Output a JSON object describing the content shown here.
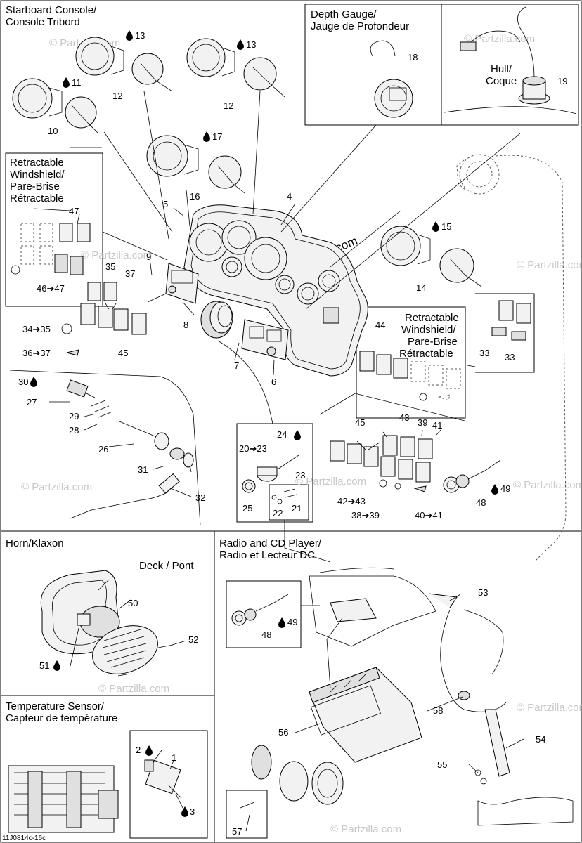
{
  "sections": {
    "starboard_console": {
      "title_line1": "Starboard Console/",
      "title_line2": "Console Tribord"
    },
    "depth_gauge": {
      "title_line1": "Depth Gauge/",
      "title_line2": "Jauge de Profondeur"
    },
    "hull": {
      "line1": "Hull/",
      "line2": "Coque"
    },
    "retractable_left": {
      "line1": "Retractable",
      "line2": "Windshield/",
      "line3": "Pare-Brise",
      "line4": "Rétractable"
    },
    "retractable_right": {
      "line1": "Retractable",
      "line2": "Windshield/",
      "line3": "Pare-Brise",
      "line4": "Rétractable"
    },
    "horn": {
      "title": "Horn/Klaxon",
      "deck_label": "Deck / Pont"
    },
    "radio": {
      "title_line1": "Radio and CD Player/",
      "title_line2": "Radio et Lecteur DC"
    },
    "temperature": {
      "title_line1": "Temperature Sensor/",
      "title_line2": "Capteur de température"
    }
  },
  "callouts": {
    "c1": "1",
    "c2": "2",
    "c3": "3",
    "c4": "4",
    "c5": "5",
    "c6": "6",
    "c7": "7",
    "c8": "8",
    "c9": "9",
    "c10": "10",
    "c11": "11",
    "c12a": "12",
    "c12b": "12",
    "c13a": "13",
    "c13b": "13",
    "c14": "14",
    "c15": "15",
    "c16": "16",
    "c17": "17",
    "c18": "18",
    "c19": "19",
    "c20_23": "20➔23",
    "c21": "21",
    "c22": "22",
    "c23": "23",
    "c24": "24",
    "c25": "25",
    "c26": "26",
    "c27": "27",
    "c28": "28",
    "c29": "29",
    "c30": "30",
    "c31": "31",
    "c32": "32",
    "c33a": "33",
    "c33b": "33",
    "c34_35": "34➔35",
    "c35": "35",
    "c36_37": "36➔37",
    "c37": "37",
    "c38_39": "38➔39",
    "c39": "39",
    "c40_41": "40➔41",
    "c41": "41",
    "c42_43": "42➔43",
    "c43": "43",
    "c44": "44",
    "c45a": "45",
    "c45b": "45",
    "c46_47": "46➔47",
    "c47": "47",
    "c48a": "48",
    "c48b": "48",
    "c49a": "49",
    "c49b": "49",
    "c50": "50",
    "c51": "51",
    "c52": "52",
    "c53": "53",
    "c54": "54",
    "c55": "55",
    "c56": "56",
    "c57": "57",
    "c58": "58"
  },
  "watermarks": {
    "text": "© Partzilla.com",
    "center_text": "©Partzilla.com"
  },
  "footer": {
    "code": "11J0814c-16c"
  },
  "icons": [
    "fluid-drop-icon",
    "arrow-icon"
  ],
  "colors": {
    "line": "#000000",
    "watermark": "#c8c8c8",
    "part_fill": "#f2f2f2"
  }
}
